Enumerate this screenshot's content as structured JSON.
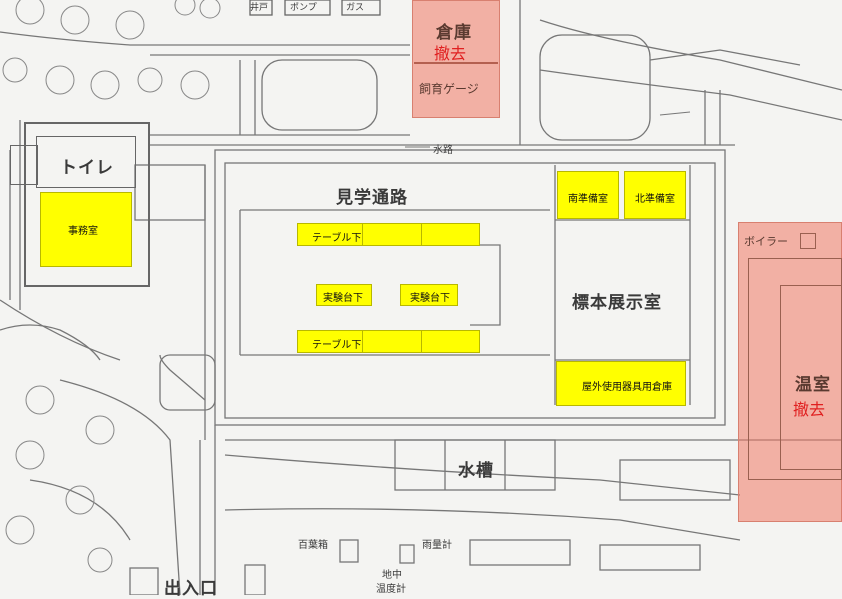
{
  "labels": {
    "toilet": "トイレ",
    "office": "事務室",
    "observation_path": "見学通路",
    "water_channel": "水路",
    "south_prep": "南準備室",
    "north_prep": "北準備室",
    "specimen_room": "標本展示室",
    "outdoor_storage": "屋外使用器具用倉庫",
    "table_under_top": "テーブル下",
    "table_under_bottom": "テーブル下",
    "lab_under_left": "実験台下",
    "lab_under_right": "実験台下",
    "water_tank": "水槽",
    "entrance": "出入口",
    "instrument_box": "百葉箱",
    "rain_gauge": "雨量計",
    "soil_thermometer_1": "地中",
    "soil_thermometer_2": "温度計",
    "well": "井戸",
    "pump": "ポンプ",
    "gas": "ガス",
    "boiler": "ボイラー"
  },
  "removed": {
    "storage": "倉庫",
    "storage_removed": "撤去",
    "breeding_cage": "飼育ゲージ",
    "greenhouse": "温室",
    "greenhouse_removed": "撤去"
  },
  "colors": {
    "highlight": "#ffff00",
    "removed": "#f07864",
    "removed_text": "#e02020"
  }
}
